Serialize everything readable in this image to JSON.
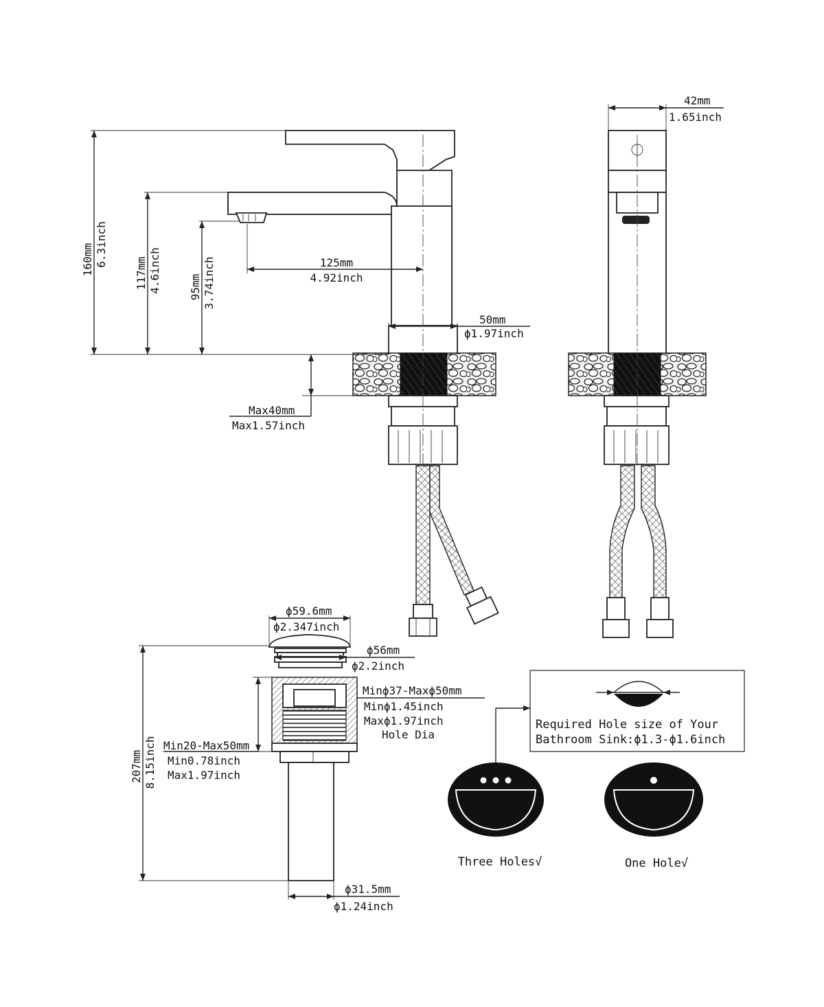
{
  "faucet_front": {
    "height_total": {
      "mm": "160mm",
      "inch": "6.3inch"
    },
    "spout_height": {
      "mm": "117mm",
      "inch": "4.6inch"
    },
    "outlet_height": {
      "mm": "95mm",
      "inch": "3.74inch"
    },
    "reach": {
      "mm": "125mm",
      "inch": "4.92inch"
    },
    "base_diameter": {
      "mm": "50mm",
      "inch": "ϕ1.97inch"
    },
    "deck_thickness": {
      "mm": "Max40mm",
      "inch": "Max1.57inch"
    }
  },
  "faucet_side": {
    "width": {
      "mm": "42mm",
      "inch": "1.65inch"
    }
  },
  "drain": {
    "cap_diameter": {
      "mm": "ϕ59.6mm",
      "inch": "ϕ2.347inch"
    },
    "flange_diameter": {
      "mm": "ϕ56mm",
      "inch": "ϕ2.2inch"
    },
    "hole_range": {
      "line1": "Minϕ37-Maxϕ50mm",
      "line2": "Minϕ1.45inch",
      "line3": "Maxϕ1.97inch",
      "line4": "Hole Dia"
    },
    "thickness_range": {
      "line1": "Min20-Max50mm",
      "line2": "Min0.78inch",
      "line3": "Max1.97inch"
    },
    "height": {
      "mm": "207mm",
      "inch": "8.15inch"
    },
    "tail_diameter": {
      "mm": "ϕ31.5mm",
      "inch": "ϕ1.24inch"
    }
  },
  "hole_note": {
    "line1": "Required Hole size of Your",
    "line2": "Bathroom Sink:ϕ1.3-ϕ1.6inch"
  },
  "sinks": {
    "three_holes": "Three Holes√",
    "one_hole": "One Hole√"
  }
}
